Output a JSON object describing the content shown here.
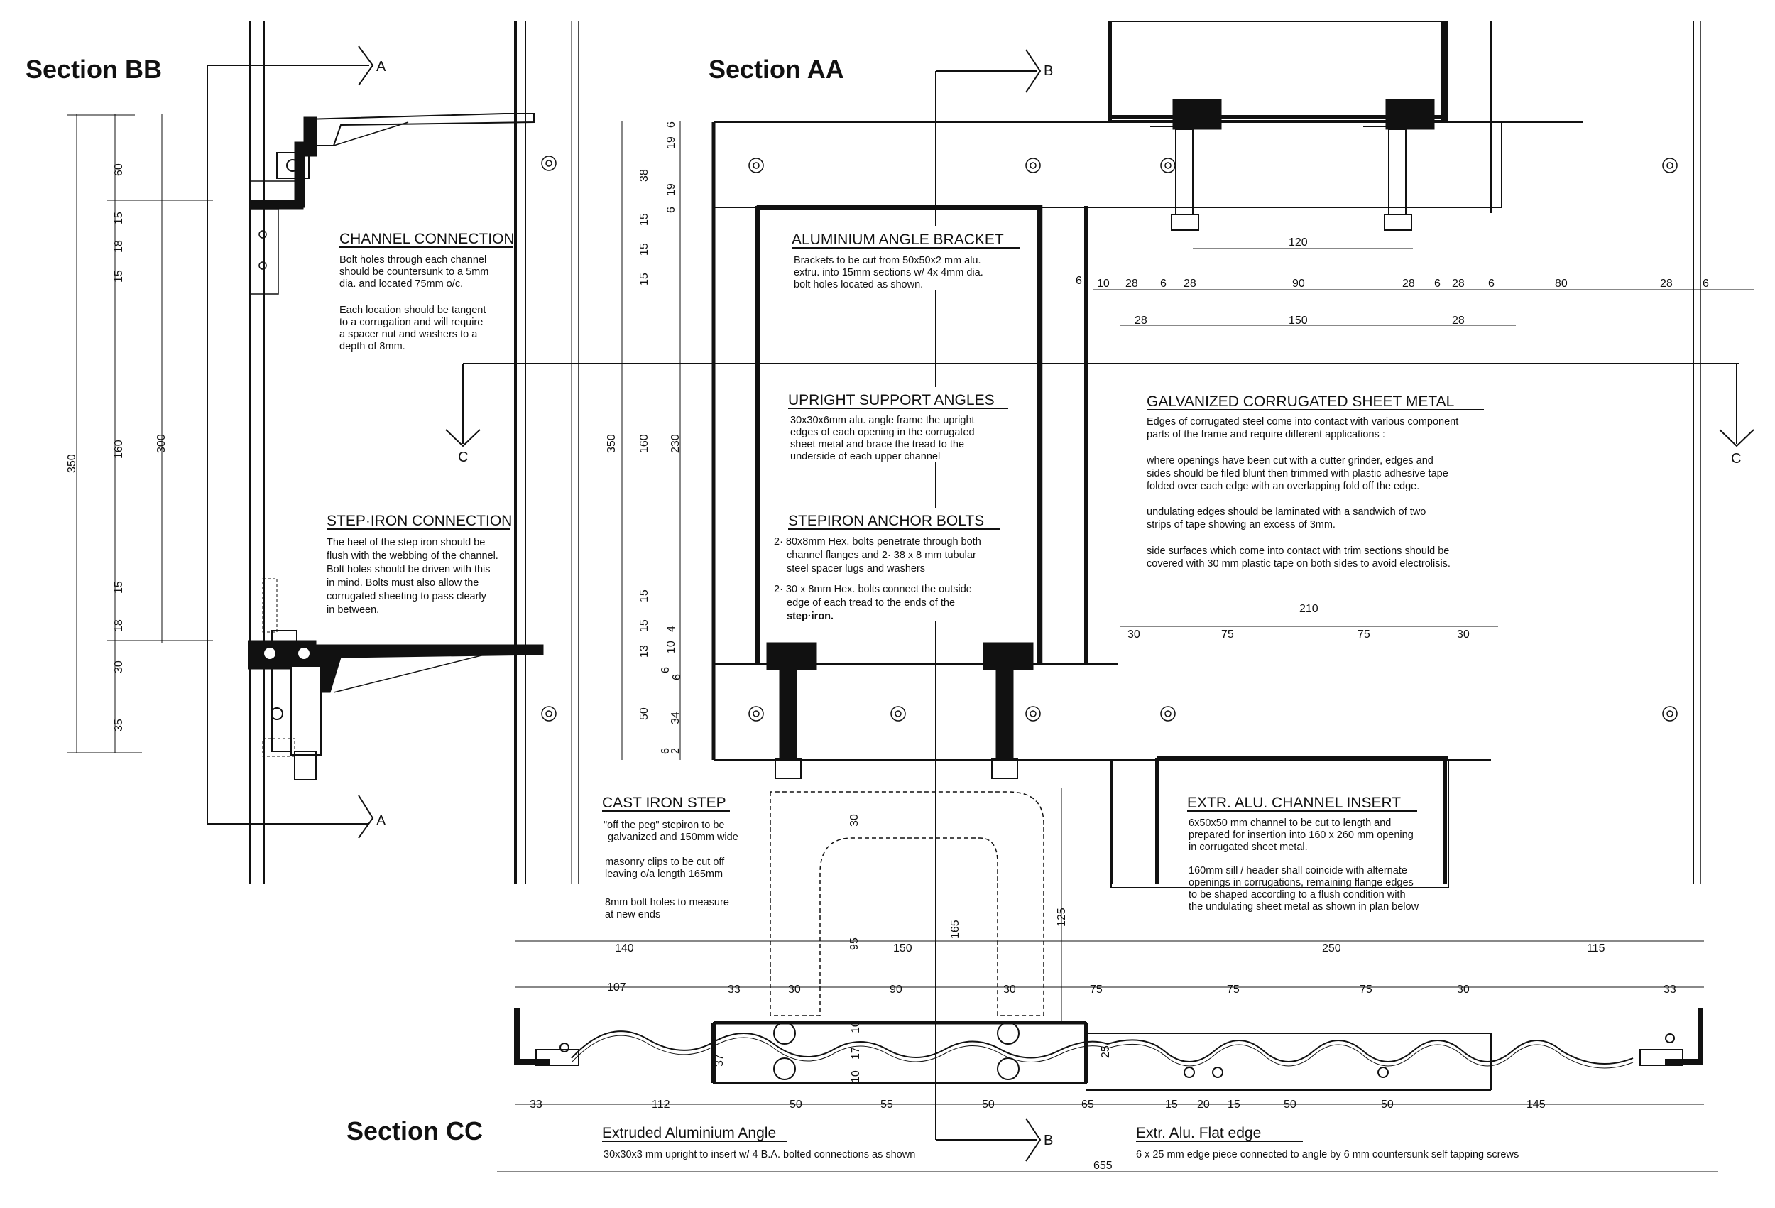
{
  "section_titles": {
    "bb": "Section BB",
    "aa": "Section AA",
    "cc": "Section CC"
  },
  "cut_tags": {
    "a": "A",
    "b": "B",
    "c": "C"
  },
  "notes": {
    "channel_connection": {
      "heading": "CHANNEL CONNECTION",
      "lines": [
        "Bolt holes through each channel",
        "should be countersunk to a 5mm",
        "dia. and located 75mm o/c.",
        "",
        "Each location should be tangent",
        "to a corrugation and will require",
        "a spacer nut and washers to a",
        "depth of 8mm."
      ]
    },
    "step_iron_connection": {
      "heading": "STEP·IRON CONNECTION",
      "lines": [
        "The heel of the step iron should be",
        "flush with the webbing of the channel.",
        "Bolt holes should be driven with this",
        "in mind. Bolts must also allow the",
        "corrugated sheeting to pass clearly",
        "in between."
      ]
    },
    "aluminium_angle_bracket": {
      "heading": "ALUMINIUM ANGLE BRACKET",
      "lines": [
        "Brackets to be cut from 50x50x2 mm alu.",
        "extru. into 15mm sections w/ 4x 4mm dia.",
        "bolt holes located as shown."
      ]
    },
    "upright_support_angles": {
      "heading": "UPRIGHT SUPPORT ANGLES",
      "lines": [
        "30x30x6mm alu. angle frame the upright",
        "edges of each opening in the corrugated",
        "sheet metal and brace the tread to the",
        "underside of each upper channel"
      ]
    },
    "stepiron_anchor_bolts": {
      "heading": "STEPIRON ANCHOR BOLTS",
      "lines": [
        "2· 80x8mm Hex. bolts penetrate through both",
        "channel flanges and 2· 38 x 8 mm tubular",
        "steel spacer lugs and washers",
        "2· 30 x 8mm Hex. bolts connect the outside",
        "edge of each tread to the ends of the",
        "step·iron."
      ]
    },
    "galvanized_sheet": {
      "heading": "GALVANIZED CORRUGATED SHEET METAL",
      "lines": [
        "Edges of corrugated steel come into contact with various component",
        "parts of the frame and require different applications :",
        "",
        "where openings have been cut with a cutter grinder, edges and",
        "sides should be filed blunt then trimmed with plastic adhesive tape",
        "folded over each edge with an overlapping fold off the edge.",
        "",
        "undulating edges should be laminated with a sandwich of two",
        "strips of tape showing an excess of 3mm.",
        "",
        "side surfaces which come into contact with trim sections should be",
        "covered with 30 mm plastic tape on both sides to avoid electrolisis."
      ]
    },
    "cast_iron_step": {
      "heading": "CAST IRON STEP",
      "lines": [
        "\"off the peg\" stepiron to be",
        "galvanized and 150mm wide",
        "",
        "masonry clips to be cut off",
        "leaving o/a length 165mm",
        "",
        "8mm bolt holes to measure",
        "at new ends"
      ]
    },
    "channel_insert": {
      "heading": "EXTR. ALU. CHANNEL INSERT",
      "lines": [
        "6x50x50 mm channel to be cut to length and",
        "prepared for insertion into 160 x 260 mm opening",
        "in corrugated sheet metal.",
        "",
        "160mm sill / header shall coincide with alternate",
        "openings in corrugations, remaining flange edges",
        "to be shaped according to a flush condition with",
        "the undulating sheet metal as shown in plan below"
      ]
    },
    "extruded_angle": {
      "heading": "Extruded Aluminium Angle",
      "lines": [
        "30x30x3 mm upright to insert w/ 4 B.A. bolted connections as shown"
      ]
    },
    "flat_edge": {
      "heading": "Extr. Alu. Flat edge",
      "lines": [
        "6 x 25 mm edge piece connected to angle by 6 mm countersunk self tapping screws"
      ]
    }
  },
  "dims": {
    "bb_left": [
      "60",
      "15",
      "18",
      "15",
      "15",
      "18",
      "30",
      "35"
    ],
    "bb_mid": [
      "350",
      "160",
      "300"
    ],
    "aa_vert_a": [
      "38",
      "15",
      "15",
      "15",
      "350",
      "160",
      "15",
      "15",
      "13",
      "6",
      "50",
      "6"
    ],
    "aa_vert_b": [
      "6",
      "19",
      "19",
      "6",
      "230",
      "10",
      "4",
      "6",
      "34",
      "2"
    ],
    "aa_top_row": [
      "6",
      "10",
      "28",
      "6",
      "28",
      "90",
      "28",
      "6",
      "28",
      "6",
      "80",
      "28",
      "6"
    ],
    "aa_120": "120",
    "aa_second_row": [
      "28",
      "150",
      "28"
    ],
    "aa_210": "210",
    "aa_210_row": [
      "30",
      "75",
      "75",
      "30"
    ],
    "step_vert": [
      "30",
      "95",
      "165",
      "125"
    ],
    "cc_row1": [
      "140",
      "150",
      "250",
      "115"
    ],
    "cc_row2": [
      "107",
      "33",
      "30",
      "90",
      "30",
      "75",
      "75",
      "75",
      "30",
      "33"
    ],
    "cc_bottom": [
      "33",
      "112",
      "50",
      "55",
      "50",
      "65",
      "15",
      "20",
      "15",
      "50",
      "50",
      "145"
    ],
    "cc_small": [
      "37",
      "10",
      "17",
      "10",
      "25"
    ],
    "cc_total": "655"
  }
}
